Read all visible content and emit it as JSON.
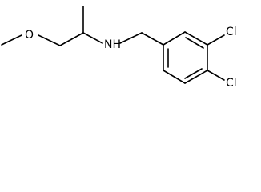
{
  "structure": {
    "atom_labels": {
      "oxygen": "O",
      "nitrogen": "NH",
      "chlorine_top": "Cl",
      "chlorine_bottom": "Cl"
    },
    "colors": {
      "bond": "#000000",
      "label": "#000000",
      "background": "#ffffff"
    }
  }
}
